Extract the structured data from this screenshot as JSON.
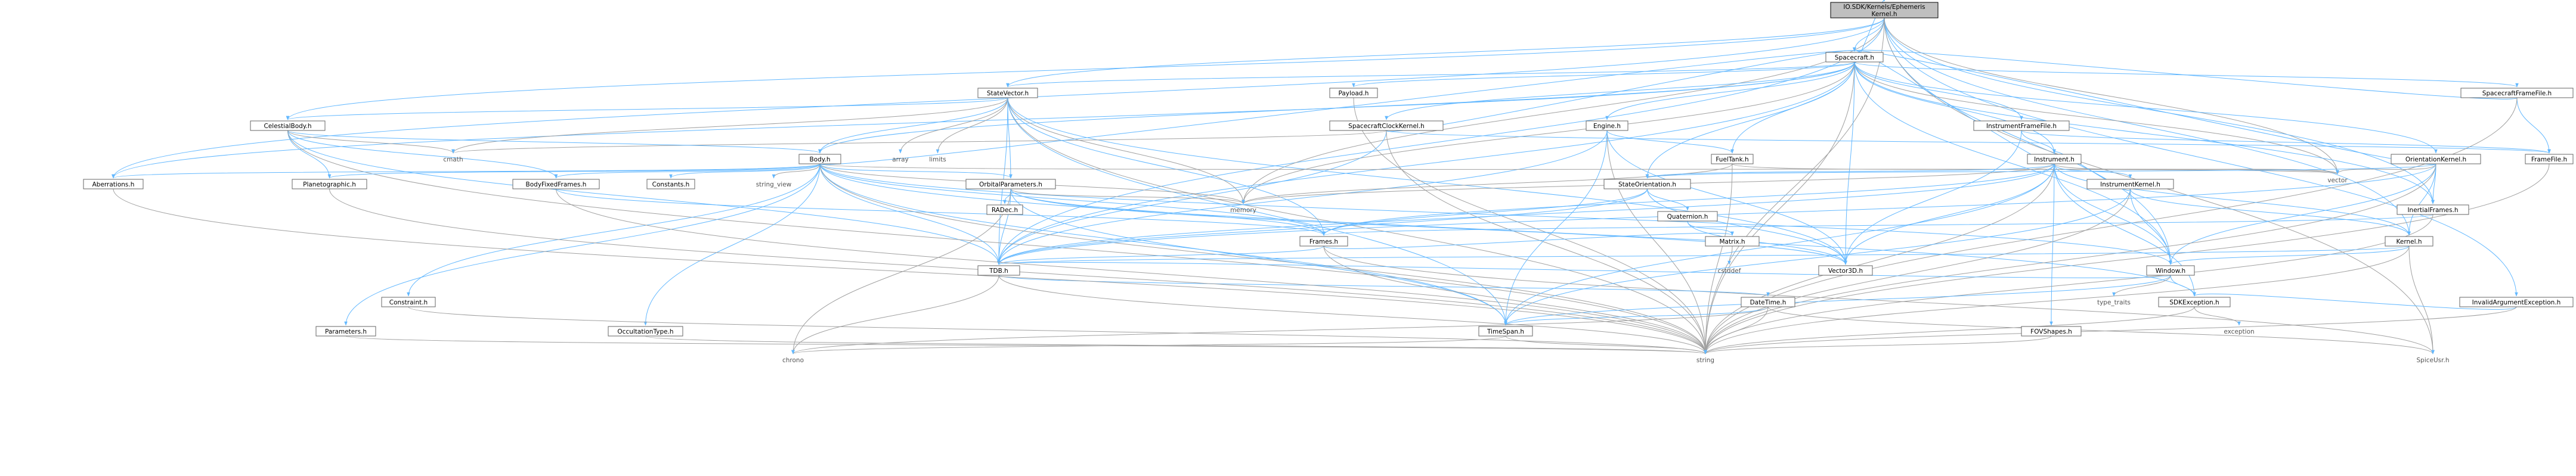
{
  "diagram": {
    "nodes": [
      {
        "id": "root",
        "label": "IO.SDK/Kernels/Ephemeris\nKernel.h",
        "kind": "root"
      },
      {
        "id": "spacecraft",
        "label": "Spacecraft.h",
        "kind": "file"
      },
      {
        "id": "statevector",
        "label": "StateVector.h",
        "kind": "file"
      },
      {
        "id": "payload",
        "label": "Payload.h",
        "kind": "file"
      },
      {
        "id": "sclk",
        "label": "SpacecraftClockKernel.h",
        "kind": "file"
      },
      {
        "id": "engine",
        "label": "Engine.h",
        "kind": "file"
      },
      {
        "id": "instframe",
        "label": "InstrumentFrameFile.h",
        "kind": "file"
      },
      {
        "id": "scframe",
        "label": "SpacecraftFrameFile.h",
        "kind": "file"
      },
      {
        "id": "celestial",
        "label": "CelestialBody.h",
        "kind": "file"
      },
      {
        "id": "body",
        "label": "Body.h",
        "kind": "file"
      },
      {
        "id": "fueltank",
        "label": "FuelTank.h",
        "kind": "file"
      },
      {
        "id": "instrument",
        "label": "Instrument.h",
        "kind": "file"
      },
      {
        "id": "orientkernel",
        "label": "OrientationKernel.h",
        "kind": "file"
      },
      {
        "id": "framefile",
        "label": "FrameFile.h",
        "kind": "file"
      },
      {
        "id": "aberrations",
        "label": "Aberrations.h",
        "kind": "file"
      },
      {
        "id": "planeto",
        "label": "Planetographic.h",
        "kind": "file"
      },
      {
        "id": "bodyfixed",
        "label": "BodyFixedFrames.h",
        "kind": "file"
      },
      {
        "id": "constants",
        "label": "Constants.h",
        "kind": "file"
      },
      {
        "id": "orbitalparams",
        "label": "OrbitalParameters.h",
        "kind": "file"
      },
      {
        "id": "radec",
        "label": "RADec.h",
        "kind": "file"
      },
      {
        "id": "stateorient",
        "label": "StateOrientation.h",
        "kind": "file"
      },
      {
        "id": "quaternion",
        "label": "Quaternion.h",
        "kind": "file"
      },
      {
        "id": "matrix",
        "label": "Matrix.h",
        "kind": "file"
      },
      {
        "id": "instkernel",
        "label": "InstrumentKernel.h",
        "kind": "file"
      },
      {
        "id": "inertial",
        "label": "InertialFrames.h",
        "kind": "file"
      },
      {
        "id": "kernel",
        "label": "Kernel.h",
        "kind": "file"
      },
      {
        "id": "frames",
        "label": "Frames.h",
        "kind": "file"
      },
      {
        "id": "tdb",
        "label": "TDB.h",
        "kind": "file"
      },
      {
        "id": "vector3d",
        "label": "Vector3D.h",
        "kind": "file"
      },
      {
        "id": "window",
        "label": "Window.h",
        "kind": "file"
      },
      {
        "id": "datetime",
        "label": "DateTime.h",
        "kind": "file"
      },
      {
        "id": "timespan",
        "label": "TimeSpan.h",
        "kind": "file"
      },
      {
        "id": "sdkexc",
        "label": "SDKException.h",
        "kind": "file"
      },
      {
        "id": "invalidarg",
        "label": "InvalidArgumentException.h",
        "kind": "file"
      },
      {
        "id": "fovshapes",
        "label": "FOVShapes.h",
        "kind": "file"
      },
      {
        "id": "constraint",
        "label": "Constraint.h",
        "kind": "file"
      },
      {
        "id": "parameters",
        "label": "Parameters.h",
        "kind": "file"
      },
      {
        "id": "occultation",
        "label": "OccultationType.h",
        "kind": "file"
      },
      {
        "id": "spiceusr",
        "label": "SpiceUsr.h",
        "kind": "plain"
      },
      {
        "id": "vector",
        "label": "vector",
        "kind": "plain"
      },
      {
        "id": "memory",
        "label": "memory",
        "kind": "plain"
      },
      {
        "id": "string",
        "label": "string",
        "kind": "plain"
      },
      {
        "id": "chrono",
        "label": "chrono",
        "kind": "plain"
      },
      {
        "id": "cmath",
        "label": "cmath",
        "kind": "plain"
      },
      {
        "id": "array",
        "label": "array",
        "kind": "plain"
      },
      {
        "id": "limits",
        "label": "limits",
        "kind": "plain"
      },
      {
        "id": "string_view",
        "label": "string_view",
        "kind": "plain"
      },
      {
        "id": "type_traits",
        "label": "type_traits",
        "kind": "plain"
      },
      {
        "id": "exception",
        "label": "exception",
        "kind": "plain"
      },
      {
        "id": "cstddef",
        "label": "cstddef",
        "kind": "plain"
      }
    ],
    "edges": [
      [
        "root",
        "spacecraft"
      ],
      [
        "root",
        "statevector"
      ],
      [
        "root",
        "celestial"
      ],
      [
        "root",
        "aberrations"
      ],
      [
        "root",
        "tdb"
      ],
      [
        "root",
        "memory"
      ],
      [
        "root",
        "vector"
      ],
      [
        "root",
        "kernel"
      ],
      [
        "root",
        "inertial"
      ],
      [
        "root",
        "window"
      ],
      [
        "root",
        "invalidarg"
      ],
      [
        "root",
        "string"
      ],
      [
        "root",
        "spiceusr"
      ],
      [
        "spacecraft",
        "root"
      ],
      [
        "spacecraft",
        "statevector"
      ],
      [
        "spacecraft",
        "payload"
      ],
      [
        "spacecraft",
        "sclk"
      ],
      [
        "spacecraft",
        "engine"
      ],
      [
        "spacecraft",
        "instframe"
      ],
      [
        "spacecraft",
        "scframe"
      ],
      [
        "spacecraft",
        "orientkernel"
      ],
      [
        "spacecraft",
        "fueltank"
      ],
      [
        "spacecraft",
        "instrument"
      ],
      [
        "spacecraft",
        "stateorient"
      ],
      [
        "spacecraft",
        "tdb"
      ],
      [
        "spacecraft",
        "vector3d"
      ],
      [
        "spacecraft",
        "memory"
      ],
      [
        "spacecraft",
        "vector"
      ],
      [
        "spacecraft",
        "string"
      ],
      [
        "spacecraft",
        "window"
      ],
      [
        "spacecraft",
        "inertial"
      ],
      [
        "spacecraft",
        "aberrations"
      ],
      [
        "spacecraft",
        "body"
      ],
      [
        "statevector",
        "celestial"
      ],
      [
        "statevector",
        "body"
      ],
      [
        "statevector",
        "orbitalparams"
      ],
      [
        "statevector",
        "frames"
      ],
      [
        "statevector",
        "vector3d"
      ],
      [
        "statevector",
        "tdb"
      ],
      [
        "statevector",
        "memory"
      ],
      [
        "statevector",
        "cmath"
      ],
      [
        "statevector",
        "array"
      ],
      [
        "statevector",
        "limits"
      ],
      [
        "statevector",
        "string"
      ],
      [
        "statevector",
        "timespan"
      ],
      [
        "payload",
        "string"
      ],
      [
        "sclk",
        "spacecraft"
      ],
      [
        "sclk",
        "tdb"
      ],
      [
        "sclk",
        "string"
      ],
      [
        "sclk",
        "cmath"
      ],
      [
        "sclk",
        "framefile"
      ],
      [
        "engine",
        "fueltank"
      ],
      [
        "engine",
        "vector3d"
      ],
      [
        "engine",
        "string"
      ],
      [
        "engine",
        "timespan"
      ],
      [
        "engine",
        "tdb"
      ],
      [
        "instframe",
        "instrument"
      ],
      [
        "instframe",
        "framefile"
      ],
      [
        "instframe",
        "vector3d"
      ],
      [
        "scframe",
        "framefile"
      ],
      [
        "scframe",
        "spacecraft"
      ],
      [
        "scframe",
        "string"
      ],
      [
        "framefile",
        "string"
      ],
      [
        "celestial",
        "body"
      ],
      [
        "celestial",
        "cmath"
      ],
      [
        "celestial",
        "planeto"
      ],
      [
        "celestial",
        "bodyfixed"
      ],
      [
        "celestial",
        "tdb"
      ],
      [
        "celestial",
        "string"
      ],
      [
        "body",
        "aberrations"
      ],
      [
        "body",
        "planeto"
      ],
      [
        "body",
        "bodyfixed"
      ],
      [
        "body",
        "constants"
      ],
      [
        "body",
        "string_view"
      ],
      [
        "body",
        "orbitalparams"
      ],
      [
        "body",
        "memory"
      ],
      [
        "body",
        "vector"
      ],
      [
        "body",
        "frames"
      ],
      [
        "body",
        "tdb"
      ],
      [
        "body",
        "constraint"
      ],
      [
        "body",
        "parameters"
      ],
      [
        "body",
        "occultation"
      ],
      [
        "body",
        "window"
      ],
      [
        "body",
        "timespan"
      ],
      [
        "body",
        "string"
      ],
      [
        "body",
        "sdkexc"
      ],
      [
        "body",
        "spacecraft"
      ],
      [
        "fueltank",
        "memory"
      ],
      [
        "fueltank",
        "string"
      ],
      [
        "fueltank",
        "vector"
      ],
      [
        "instrument",
        "spacecraft"
      ],
      [
        "instrument",
        "instkernel"
      ],
      [
        "instrument",
        "memory"
      ],
      [
        "instrument",
        "vector"
      ],
      [
        "instrument",
        "vector3d"
      ],
      [
        "instrument",
        "frames"
      ],
      [
        "instrument",
        "window"
      ],
      [
        "instrument",
        "fovshapes"
      ],
      [
        "instrument",
        "string"
      ],
      [
        "instrument",
        "timespan"
      ],
      [
        "instrument",
        "tdb"
      ],
      [
        "instrument",
        "kernel"
      ],
      [
        "instrument",
        "sdkexc"
      ],
      [
        "instrument",
        "stateorient"
      ],
      [
        "instkernel",
        "kernel"
      ],
      [
        "instkernel",
        "window"
      ],
      [
        "instkernel",
        "instrument"
      ],
      [
        "instkernel",
        "string"
      ],
      [
        "instkernel",
        "timespan"
      ],
      [
        "orientkernel",
        "kernel"
      ],
      [
        "orientkernel",
        "stateorient"
      ],
      [
        "orientkernel",
        "vector"
      ],
      [
        "orientkernel",
        "inertial"
      ],
      [
        "orientkernel",
        "spacecraft"
      ],
      [
        "orientkernel",
        "window"
      ],
      [
        "orientkernel",
        "string"
      ],
      [
        "orientkernel",
        "tdb"
      ],
      [
        "stateorient",
        "quaternion"
      ],
      [
        "stateorient",
        "vector3d"
      ],
      [
        "stateorient",
        "frames"
      ],
      [
        "stateorient",
        "tdb"
      ],
      [
        "quaternion",
        "matrix"
      ],
      [
        "quaternion",
        "vector3d"
      ],
      [
        "matrix",
        "cstddef"
      ],
      [
        "orbitalparams",
        "radec"
      ],
      [
        "orbitalparams",
        "frames"
      ],
      [
        "orbitalparams",
        "tdb"
      ],
      [
        "orbitalparams",
        "memory"
      ],
      [
        "orbitalparams",
        "vector3d"
      ],
      [
        "orbitalparams",
        "chrono"
      ],
      [
        "orbitalparams",
        "timespan"
      ],
      [
        "inertial",
        "frames"
      ],
      [
        "inertial",
        "string"
      ],
      [
        "kernel",
        "window"
      ],
      [
        "kernel",
        "tdb"
      ],
      [
        "kernel",
        "string"
      ],
      [
        "kernel",
        "spiceusr"
      ],
      [
        "frames",
        "string"
      ],
      [
        "frames",
        "matrix"
      ],
      [
        "frames",
        "tdb"
      ],
      [
        "frames",
        "spiceusr"
      ],
      [
        "tdb",
        "datetime"
      ],
      [
        "tdb",
        "chrono"
      ],
      [
        "tdb",
        "string"
      ],
      [
        "window",
        "timespan"
      ],
      [
        "window",
        "tdb"
      ],
      [
        "window",
        "type_traits"
      ],
      [
        "window",
        "sdkexc"
      ],
      [
        "datetime",
        "timespan"
      ],
      [
        "datetime",
        "string"
      ],
      [
        "datetime",
        "chrono"
      ],
      [
        "datetime",
        "spiceusr"
      ],
      [
        "timespan",
        "chrono"
      ],
      [
        "timespan",
        "string"
      ],
      [
        "sdkexc",
        "exception"
      ],
      [
        "sdkexc",
        "string"
      ],
      [
        "invalidarg",
        "sdkexc"
      ],
      [
        "invalidarg",
        "string"
      ],
      [
        "fovshapes",
        "string"
      ],
      [
        "constraint",
        "string"
      ],
      [
        "parameters",
        "string"
      ],
      [
        "occultation",
        "string"
      ],
      [
        "aberrations",
        "string"
      ],
      [
        "planeto",
        "string"
      ],
      [
        "bodyfixed",
        "frames"
      ],
      [
        "bodyfixed",
        "string"
      ]
    ]
  }
}
